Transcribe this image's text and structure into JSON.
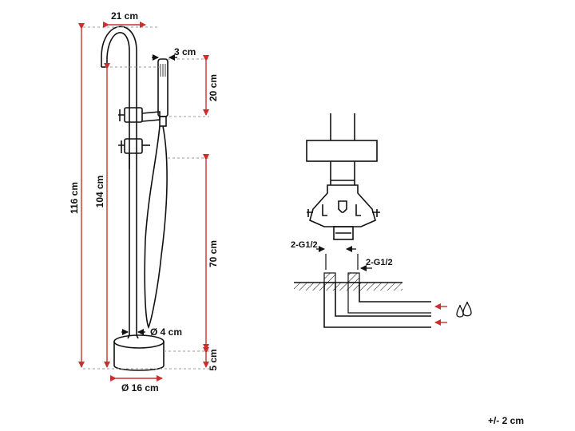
{
  "dimensions": {
    "spout_width": "21 cm",
    "handshower_diameter": "3 cm",
    "handshower_length": "20 cm",
    "total_height": "116 cm",
    "spout_height": "104 cm",
    "holder_height": "70 cm",
    "pipe_diameter": "Ø 4 cm",
    "base_height": "5 cm",
    "base_diameter": "Ø 16 cm"
  },
  "connection": {
    "thread_left": "2-G1/2",
    "thread_right": "2-G1/2"
  },
  "tolerance": "+/- 2 cm",
  "colors": {
    "line": "#111111",
    "dimension_red": "#c9302c",
    "guide_dash": "#9a9a9a"
  }
}
